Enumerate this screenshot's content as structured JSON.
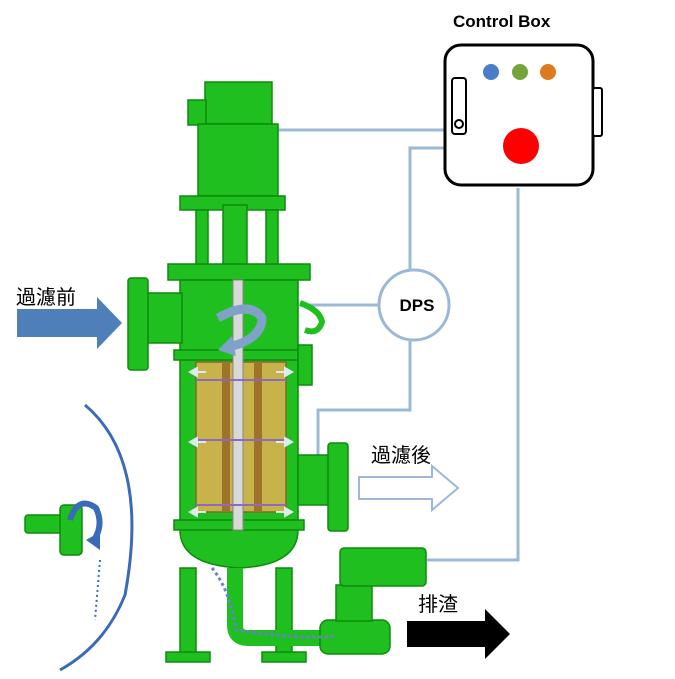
{
  "control_box": {
    "title": "Control Box",
    "indicator_colors": [
      "#4a7ec8",
      "#77a33c",
      "#e07a1f"
    ],
    "button_color": "#ff0000"
  },
  "sensor": {
    "label": "DPS"
  },
  "flows": {
    "inlet_label": "過濾前",
    "outlet_label": "過濾後",
    "drain_label": "排渣"
  },
  "colors": {
    "housing": "#1fbf1f",
    "housing_dark": "#0f8a0f",
    "wire": "#9bb8d6",
    "inlet_arrow": "#4f7fb8",
    "drain_arrow": "#000000",
    "screen": "#c8b24a"
  }
}
